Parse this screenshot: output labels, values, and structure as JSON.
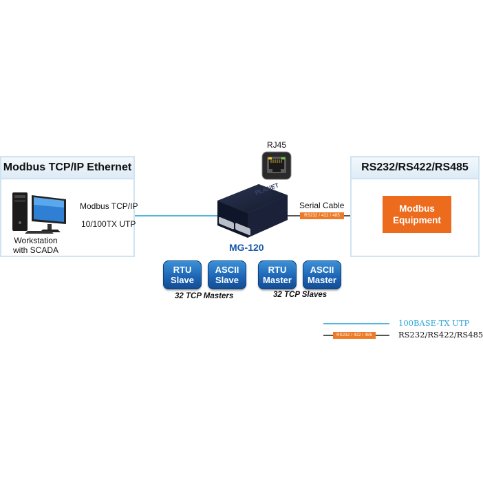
{
  "left_panel": {
    "title": "Modbus TCP/IP Ethernet",
    "workstation_line1": "Workstation",
    "workstation_line2": "with SCADA",
    "link_label_top": "Modbus TCP/IP",
    "link_label_bottom": "10/100TX UTP"
  },
  "device": {
    "model": "MG-120",
    "port_label": "RJ45",
    "serial_cable_label": "Serial Cable",
    "cable_tag": "RS232 / 422 / 485"
  },
  "right_panel": {
    "title": "RS232/RS422/RS485",
    "equipment_line1": "Modbus",
    "equipment_line2": "Equipment"
  },
  "modes": [
    {
      "line1": "RTU",
      "line2": "Slave"
    },
    {
      "line1": "ASCII",
      "line2": "Slave"
    },
    {
      "line1": "RTU",
      "line2": "Master"
    },
    {
      "line1": "ASCII",
      "line2": "Master"
    }
  ],
  "captions": {
    "masters": "32 TCP Masters",
    "slaves": "32 TCP Slaves"
  },
  "legend": {
    "utp_label": "100BASE-TX UTP",
    "serial_label": "RS232/RS422/RS485",
    "serial_tag": "RS232 / 422 / 485"
  },
  "colors": {
    "utp_line": "#4fb6dd",
    "serial_line": "#555555",
    "accent_orange": "#ec6b1c",
    "button_blue": "#1e66b6",
    "panel_border": "#cfe3f1",
    "model_text": "#1a5aa8"
  }
}
